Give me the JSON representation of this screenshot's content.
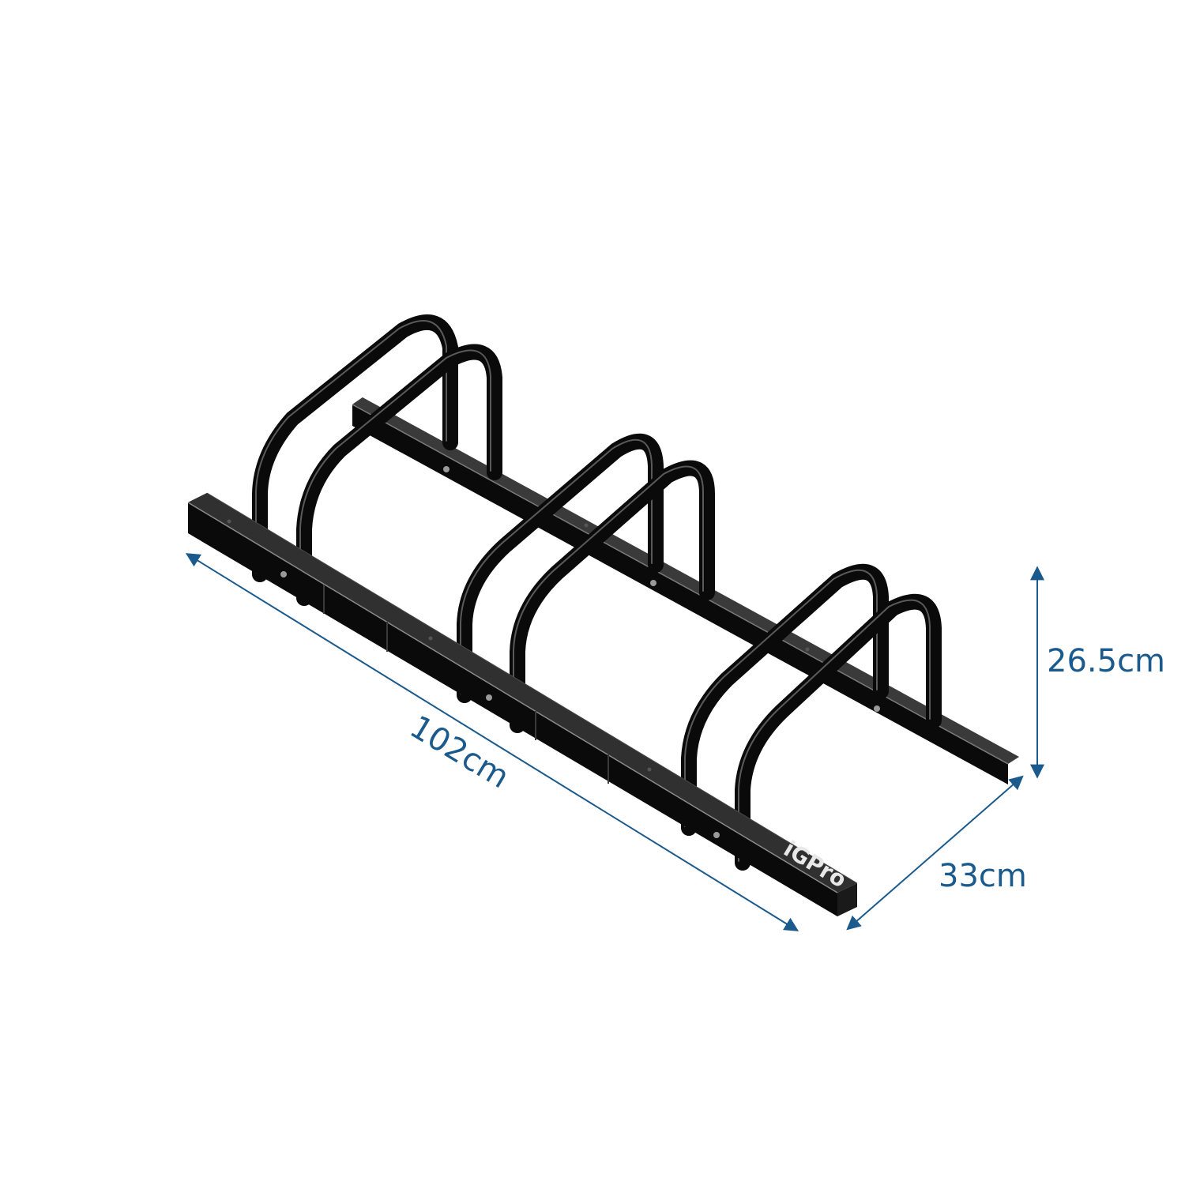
{
  "product": {
    "brand": "iGPro"
  },
  "dimensions": {
    "length": "102cm",
    "width": "33cm",
    "height": "26.5cm"
  },
  "colors": {
    "dimension": "#1a5a8c",
    "frame": "#0a0a0a",
    "highlight": "#6a6a6a",
    "bolt": "#9a9a9a",
    "brand_text": "#e8e8e8"
  }
}
